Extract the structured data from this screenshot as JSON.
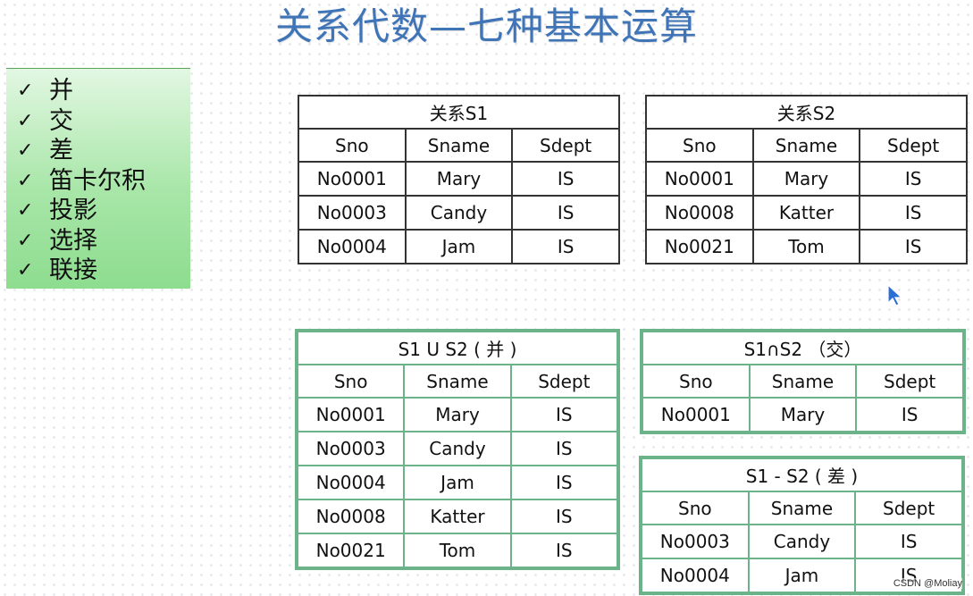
{
  "title": "关系代数—七种基本运算",
  "operations": [
    "并",
    "交",
    "差",
    "笛卡尔积",
    "投影",
    "选择",
    "联接"
  ],
  "check_symbol": "✓",
  "tables": {
    "s1": {
      "caption": "关系S1",
      "headers": [
        "Sno",
        "Sname",
        "Sdept"
      ],
      "rows": [
        [
          "No0001",
          "Mary",
          "IS"
        ],
        [
          "No0003",
          "Candy",
          "IS"
        ],
        [
          "No0004",
          "Jam",
          "IS"
        ]
      ]
    },
    "s2": {
      "caption": "关系S2",
      "headers": [
        "Sno",
        "Sname",
        "Sdept"
      ],
      "rows": [
        [
          "No0001",
          "Mary",
          "IS"
        ],
        [
          "No0008",
          "Katter",
          "IS"
        ],
        [
          "No0021",
          "Tom",
          "IS"
        ]
      ]
    },
    "union": {
      "caption": "S1 U S2 ( 并 )",
      "headers": [
        "Sno",
        "Sname",
        "Sdept"
      ],
      "rows": [
        [
          "No0001",
          "Mary",
          "IS"
        ],
        [
          "No0003",
          "Candy",
          "IS"
        ],
        [
          "No0004",
          "Jam",
          "IS"
        ],
        [
          "No0008",
          "Katter",
          "IS"
        ],
        [
          "No0021",
          "Tom",
          "IS"
        ]
      ]
    },
    "intersection": {
      "caption": "S1∩S2 （交）",
      "headers": [
        "Sno",
        "Sname",
        "Sdept"
      ],
      "rows": [
        [
          "No0001",
          "Mary",
          "IS"
        ]
      ]
    },
    "difference": {
      "caption": "S1  - S2 ( 差 )",
      "headers": [
        "Sno",
        "Sname",
        "Sdept"
      ],
      "rows": [
        [
          "No0003",
          "Candy",
          "IS"
        ],
        [
          "No0004",
          "Jam",
          "IS"
        ]
      ]
    }
  },
  "watermark": "CSDN @Moliay",
  "colors": {
    "title": "#3f74b7",
    "green_border": "#6db38a",
    "panel_green": "#a8e6a8"
  }
}
